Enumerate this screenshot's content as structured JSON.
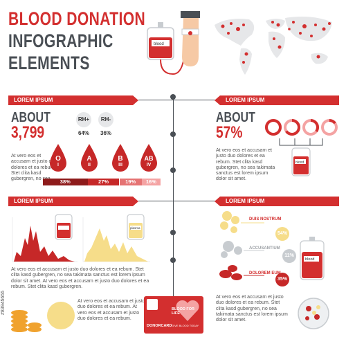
{
  "title": {
    "line1": "BLOOD DONATION",
    "line2": "INFOGRAPHIC",
    "line3": "ELEMENTS"
  },
  "bag_label": "blood",
  "sections": {
    "s1": "LOREM IPSUM",
    "s2": "LOREM IPSUM",
    "s3": "LOREM IPSUM",
    "s4": "LOREM IPSUM"
  },
  "stat1": {
    "about": "ABOUT",
    "number": "3,799",
    "rh_plus": "RH+",
    "rh_plus_pct": "64%",
    "rh_minus": "RH-",
    "rh_minus_pct": "36%",
    "text": "At vero eos et\naccusam et justo duo\ndolores et ea rebum.\nStet clita kasd\ngubergren, no sea."
  },
  "blood_types": [
    {
      "letter": "O",
      "roman": "I",
      "pct": "38%"
    },
    {
      "letter": "A",
      "roman": "II",
      "pct": "27%"
    },
    {
      "letter": "B",
      "roman": "III",
      "pct": "19%"
    },
    {
      "letter": "AB",
      "roman": "IV",
      "pct": "16%"
    }
  ],
  "blood_type_shares": [
    38,
    27,
    19,
    16
  ],
  "stat2": {
    "about": "ABOUT",
    "number": "57%",
    "text": "At vero eos et accusam et\njusto duo dolores et ea\nrebum. Stet clita kasd\ngubergren, no sea takimata\nsanctus est lorem ipsum\ndolor sit amet."
  },
  "ring_fills": [
    1,
    0.65,
    0.35,
    0.15
  ],
  "charts": {
    "text": "At vero eos et accusam et justo duo dolores et ea rebum. Stet\nclita kasd gubergren, no sea takimata sanctus est lorem ipsum\ndolor sit amet. At vero eos et accusam et justo duo dolores et ea\nrebum. Stet clita kasd gubergren.",
    "bag2_label": "plasma"
  },
  "coins_text": "At vero eos et accusam et justo\nduo dolores et ea rebum. At\nvero eos et accusam et justo\nduo dolores et ea rebum.",
  "donorcard": {
    "label": "DONORCARD",
    "slogan": "BLOOD FOR LIFE",
    "tagline": "GIVE BLOOD TODAY"
  },
  "cells": {
    "c1_label": "DUIS NOSTRUM",
    "c1_pct": "54%",
    "c2_label": "ACCUSANTIUM",
    "c2_pct": "11%",
    "c3_label": "DOLOREM EUM",
    "c3_pct": "35%",
    "text": "At vero eos et accusam et justo\nduo dolores et ea rebum. Stet\nclita kasd gubergren, no sea\ntakimata sanctus est lorem ipsum\ndolor sit amet."
  },
  "watermark_side": "#83945655",
  "colors": {
    "red": "#d32f2f",
    "dark": "#4a4f55",
    "pink": "#f4a3a3",
    "yellow": "#f6dd8a",
    "gold": "#f0a22e"
  }
}
